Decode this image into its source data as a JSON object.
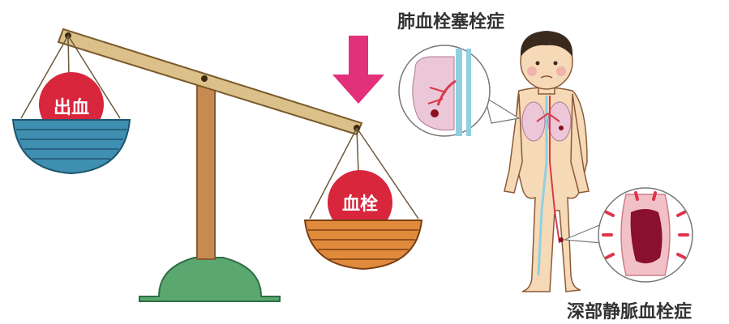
{
  "labels": {
    "bleeding": "出血",
    "clot": "血栓",
    "pulmonary_embolism": "肺血栓塞栓症",
    "dvt": "深部静脈血栓症"
  },
  "colors": {
    "beam": "#dcc08a",
    "left_bowl": "#3f8fb0",
    "right_bowl": "#e08a3c",
    "ball": "#d8263d",
    "base": "#5aa86f",
    "arrow": "#e2307a",
    "skin": "#f6d9b7"
  },
  "icons": {
    "arrow": "down-arrow-icon",
    "balance": "balance-scale-icon"
  }
}
